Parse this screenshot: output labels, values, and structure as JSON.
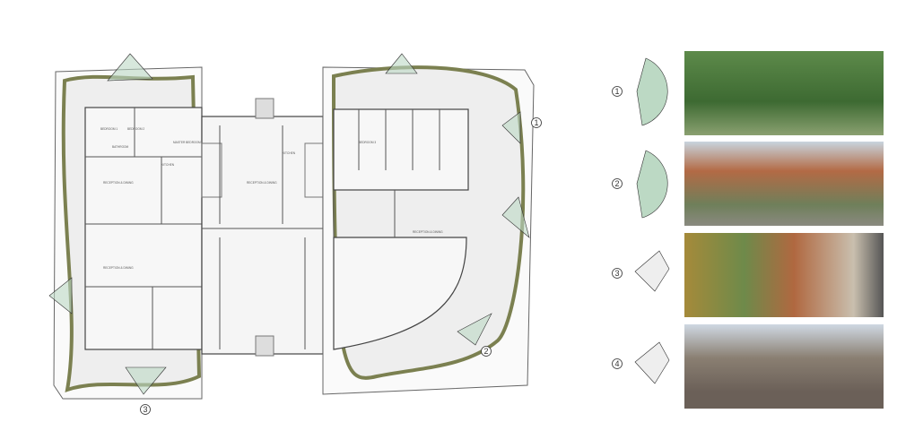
{
  "view_markers": [
    "1",
    "2",
    "3",
    "4"
  ],
  "rooms": {
    "bedroom1": "BEDROOM 1",
    "bedroom2": "BEDROOM 2",
    "master": "MASTER BEDROOM",
    "bath": "BATHROOM",
    "kitchen": "KITCHEN",
    "reception": "RECEPTION & DINING",
    "kitchen2": "KITCHEN",
    "reception2": "RECEPTION & DINING",
    "reception3": "RECEPTION & DINING",
    "bedroom3": "BEDROOM 3",
    "reception4": "RECEPTION & DINING"
  },
  "colors": {
    "garden": "#8a8f6a",
    "cone": "#bcd9c4",
    "terrace": "#eeeeee"
  }
}
